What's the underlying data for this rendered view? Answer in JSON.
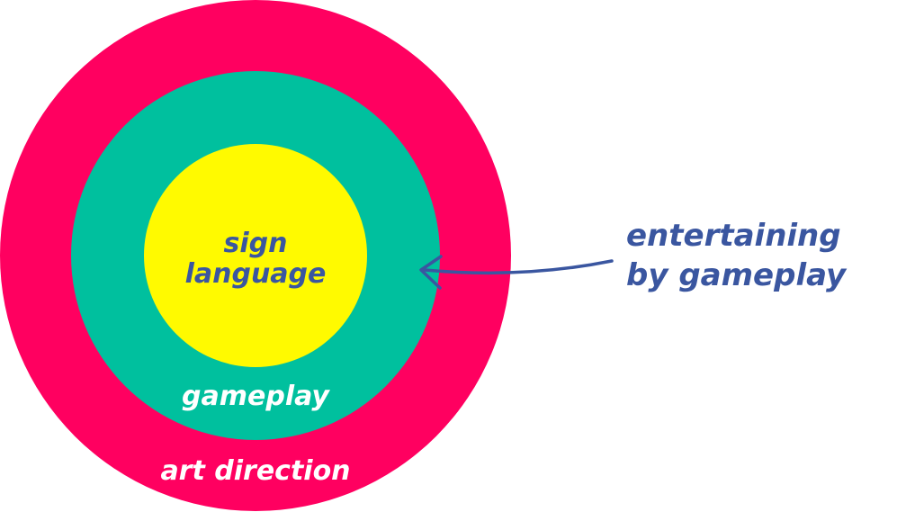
{
  "diagram": {
    "rings": {
      "outer": {
        "label": "art direction",
        "color": "#FF0060"
      },
      "middle": {
        "label": "gameplay",
        "color": "#00C09E"
      },
      "inner": {
        "label_line1": "sign",
        "label_line2": "language",
        "color": "#FFFA00"
      }
    },
    "annotation": {
      "line1": "entertaining",
      "line2": "by gameplay",
      "color": "#3A56A0"
    },
    "label_colors": {
      "light": "#FFFFFF",
      "dark": "#3A56A0"
    }
  }
}
